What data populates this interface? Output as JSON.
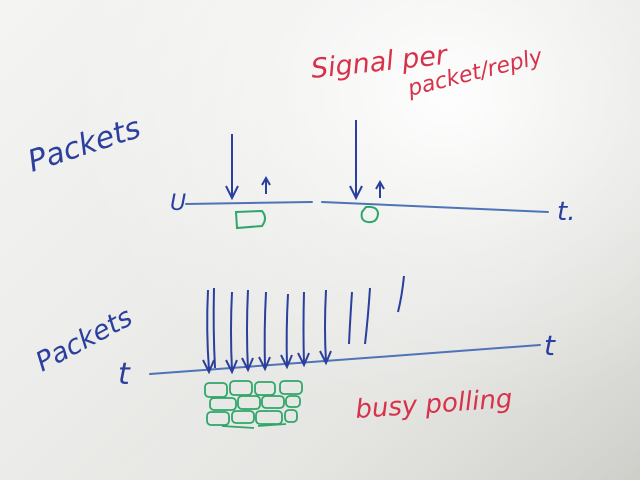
{
  "whiteboard": {
    "top_diagram": {
      "label": "Packets",
      "annotation_line1": "Signal per",
      "annotation_line2": "packet/reply",
      "axis_end_label": "t.",
      "axis_start_mark": "U"
    },
    "bottom_diagram": {
      "label": "Packets",
      "axis_start_label": "t",
      "axis_end_label": "t",
      "annotation": "busy polling"
    },
    "colors": {
      "blue_marker": "#2b3f9e",
      "red_marker": "#d8314a",
      "green_marker": "#2fa66a",
      "board_background": "#ededeb"
    }
  }
}
